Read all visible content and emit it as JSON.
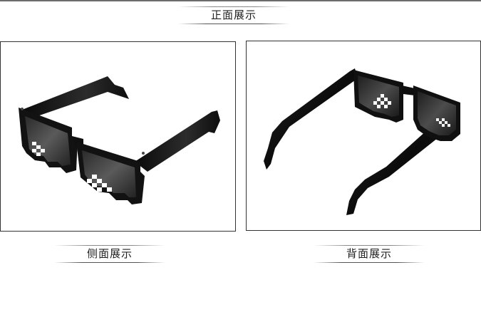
{
  "captions": {
    "front": "正面展示",
    "side": "侧面展示",
    "back": "背面展示"
  },
  "images": {
    "side_view_icon": "pixel-sunglasses-side",
    "back_view_icon": "pixel-sunglasses-back"
  },
  "colors": {
    "frame": "#141414",
    "lens": "#3c3c3c",
    "pixel_highlight": "#ffffff",
    "border": "#333333"
  }
}
